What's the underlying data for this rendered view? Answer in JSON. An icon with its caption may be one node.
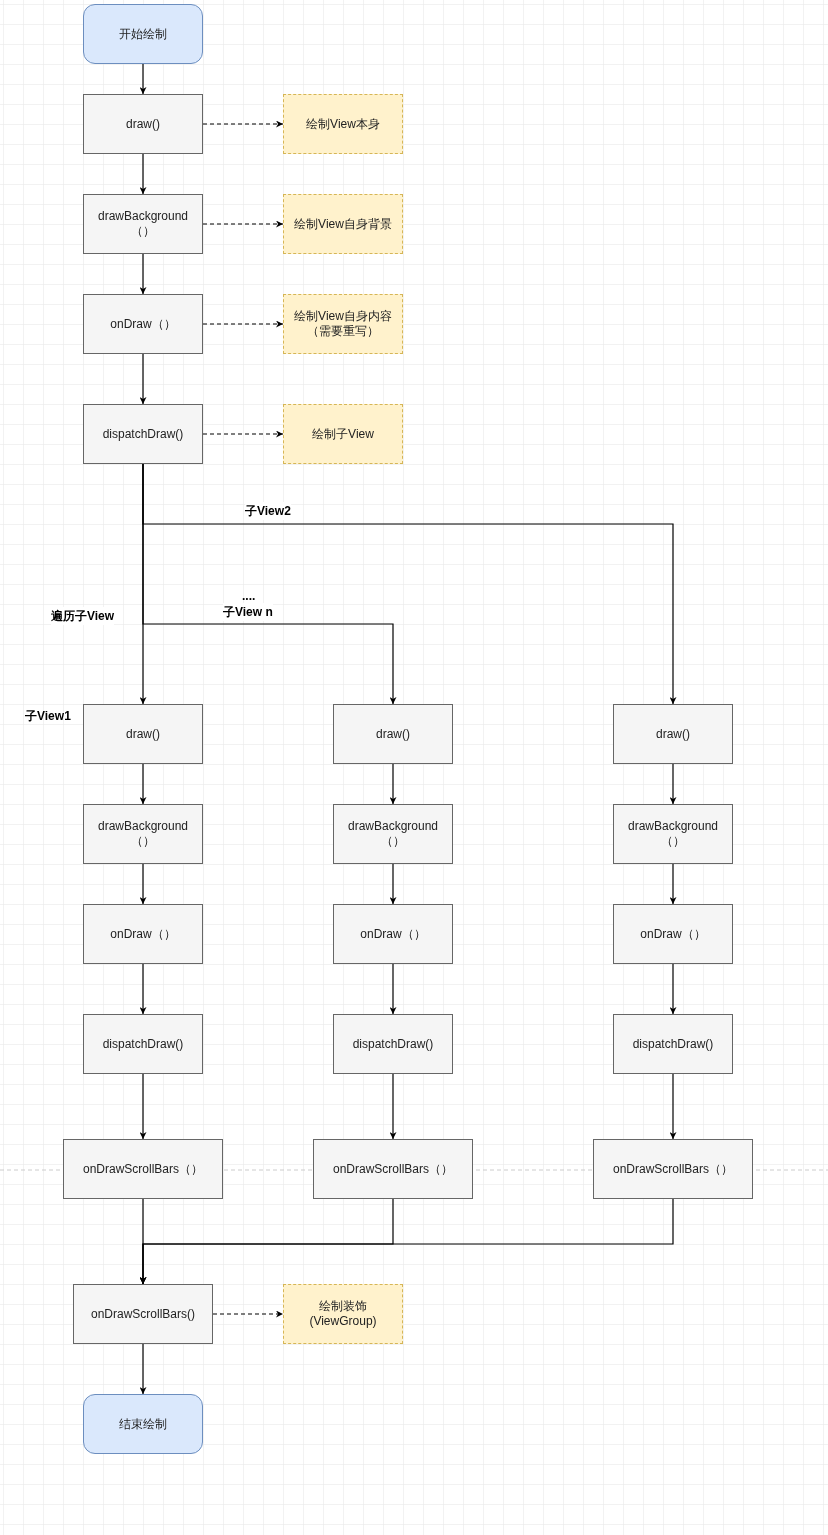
{
  "diagram": {
    "nodes": [
      {
        "text": [
          "开始绘制"
        ]
      },
      {
        "text": [
          "draw()"
        ]
      },
      {
        "text": [
          "绘制View本身"
        ]
      },
      {
        "text": [
          "drawBackground（）"
        ]
      },
      {
        "text": [
          "绘制View自身背景"
        ]
      },
      {
        "text": [
          "onDraw（）"
        ]
      },
      {
        "text": [
          "绘制View自身内容（需要重写）"
        ]
      },
      {
        "text": [
          "dispatchDraw()"
        ]
      },
      {
        "text": [
          "绘制子View"
        ]
      },
      {
        "text": [
          "draw()"
        ],
        "beside": [
          "子View1"
        ]
      },
      {
        "text": [
          "drawBackground（）"
        ]
      },
      {
        "text": [
          "onDraw（）"
        ]
      },
      {
        "text": [
          "dispatchDraw()"
        ]
      },
      {
        "text": [
          "onDrawScrollBars（）"
        ]
      },
      {
        "text": [
          "draw()"
        ]
      },
      {
        "text": [
          "drawBackground（）"
        ]
      },
      {
        "text": [
          "onDraw（）"
        ]
      },
      {
        "text": [
          "dispatchDraw()"
        ]
      },
      {
        "text": [
          "onDrawScrollBars（）"
        ]
      },
      {
        "text": [
          "draw()"
        ]
      },
      {
        "text": [
          "drawBackground（）"
        ]
      },
      {
        "text": [
          "onDraw（）"
        ]
      },
      {
        "text": [
          "dispatchDraw()"
        ]
      },
      {
        "text": [
          "onDrawScrollBars（）"
        ]
      },
      {
        "text": [
          "onDrawScrollBars()"
        ]
      },
      {
        "text": [
          "绘制装饰(ViewGroup)"
        ]
      },
      {
        "text": [
          "结束绘制"
        ]
      }
    ],
    "edges": [
      {
        "from": 0,
        "to": 1,
        "arrow": "to"
      },
      {
        "from": 1,
        "to": 2,
        "arrow": "to",
        "style": "dashed"
      },
      {
        "from": 1,
        "to": 3,
        "arrow": "to"
      },
      {
        "from": 3,
        "to": 4,
        "arrow": "to",
        "style": "dashed"
      },
      {
        "from": 3,
        "to": 5,
        "arrow": "to"
      },
      {
        "from": 5,
        "to": 6,
        "arrow": "to",
        "style": "dashed"
      },
      {
        "from": 5,
        "to": 7,
        "arrow": "to"
      },
      {
        "from": 7,
        "to": 8,
        "arrow": "to",
        "style": "dashed"
      },
      {
        "from": 7,
        "to": 9,
        "arrow": "to",
        "label": "遍历子View"
      },
      {
        "from": 7,
        "to": 14,
        "arrow": "to",
        "label": "子View n"
      },
      {
        "from": 7,
        "to": 19,
        "arrow": "to",
        "label": "子View2"
      },
      {
        "from": 9,
        "to": 10,
        "arrow": "to"
      },
      {
        "from": 10,
        "to": 11,
        "arrow": "to"
      },
      {
        "from": 11,
        "to": 12,
        "arrow": "to"
      },
      {
        "from": 12,
        "to": 13,
        "arrow": "to"
      },
      {
        "from": 14,
        "to": 15,
        "arrow": "to"
      },
      {
        "from": 15,
        "to": 16,
        "arrow": "to"
      },
      {
        "from": 16,
        "to": 17,
        "arrow": "to"
      },
      {
        "from": 17,
        "to": 18,
        "arrow": "to"
      },
      {
        "from": 19,
        "to": 20,
        "arrow": "to"
      },
      {
        "from": 20,
        "to": 21,
        "arrow": "to"
      },
      {
        "from": 21,
        "to": 22,
        "arrow": "to"
      },
      {
        "from": 22,
        "to": 23,
        "arrow": "to"
      },
      {
        "from": 13,
        "to": 24,
        "arrow": "to"
      },
      {
        "from": 18,
        "to": 24,
        "arrow": "to"
      },
      {
        "from": 23,
        "to": 24,
        "arrow": "to"
      },
      {
        "from": 24,
        "to": 25,
        "arrow": "to",
        "style": "dashed"
      },
      {
        "from": 24,
        "to": 26,
        "arrow": "to"
      }
    ],
    "labels": [
      "...."
    ]
  }
}
